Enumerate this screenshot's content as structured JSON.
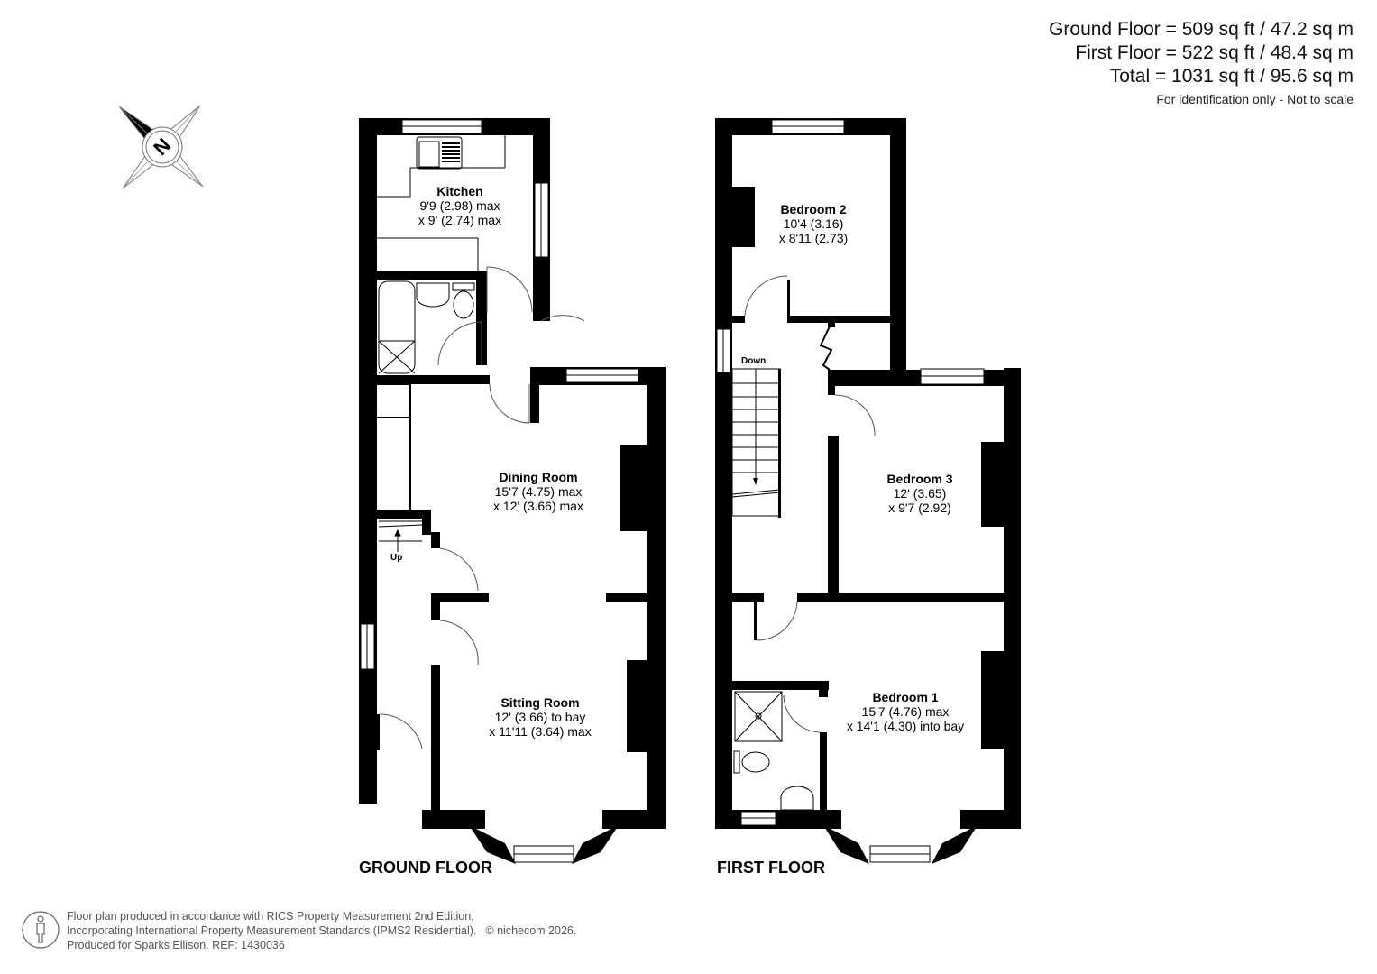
{
  "areas": {
    "ground": "Ground Floor = 509 sq ft / 47.2 sq m",
    "first": "First Floor = 522 sq ft / 48.4 sq m",
    "total": "Total = 1031 sq ft / 95.6 sq m",
    "note": "For identification only - Not to scale"
  },
  "compass": {
    "icon": "north-compass-icon",
    "letter": "N"
  },
  "ground_floor": {
    "title": "GROUND FLOOR",
    "stairs_label": "Up",
    "rooms": [
      {
        "name": "Kitchen",
        "dim1": "9'9 (2.98) max",
        "dim2": "x 9' (2.74) max"
      },
      {
        "name": "Dining Room",
        "dim1": "15'7 (4.75) max",
        "dim2": "x 12' (3.66) max"
      },
      {
        "name": "Sitting Room",
        "dim1": "12' (3.66) to bay",
        "dim2": "x 11'11 (3.64) max"
      }
    ]
  },
  "first_floor": {
    "title": "FIRST FLOOR",
    "stairs_label": "Down",
    "rooms": [
      {
        "name": "Bedroom 2",
        "dim1": "10'4 (3.16)",
        "dim2": "x 8'11 (2.73)"
      },
      {
        "name": "Bedroom 3",
        "dim1": "12' (3.65)",
        "dim2": "x 9'7 (2.92)"
      },
      {
        "name": "Bedroom 1",
        "dim1": "15'7 (4.76) max",
        "dim2": "x 14'1 (4.30) into bay"
      }
    ]
  },
  "footer": {
    "line1": "Floor plan produced in accordance with RICS Property Measurement 2nd Edition,",
    "line2": "Incorporating International Property Measurement Standards (IPMS2 Residential).",
    "copyright": "© nichecom 2026.",
    "line3": "Produced for Sparks Ellison.   REF: 1430036"
  },
  "colors": {
    "wall": "#000000",
    "background": "#ffffff",
    "footer_text": "#555555"
  }
}
